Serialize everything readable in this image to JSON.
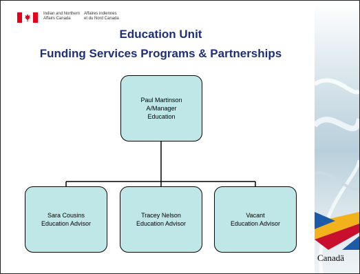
{
  "header": {
    "dept_en": [
      "Indian and Northern",
      "Affairs Canada"
    ],
    "dept_fr": [
      "Affaires indiennes",
      "et du Nord Canada"
    ],
    "title_line1": "Education Unit",
    "title_line2": "Funding Services Programs & Partnerships"
  },
  "org_chart": {
    "manager": {
      "name": "Paul Martinson",
      "role": "A/Manager",
      "unit": "Education"
    },
    "advisors": [
      {
        "name": "Sara Cousins",
        "role": "Education Advisor"
      },
      {
        "name": "Tracey Nelson",
        "role": "Education Advisor"
      },
      {
        "name": "Vacant",
        "role": "Education Advisor"
      }
    ]
  },
  "footer": {
    "wordmark": "Canadä"
  },
  "colors": {
    "title": "#1d2f7a",
    "box_fill": "#bfe7e8",
    "flag_red": "#e3001b"
  }
}
